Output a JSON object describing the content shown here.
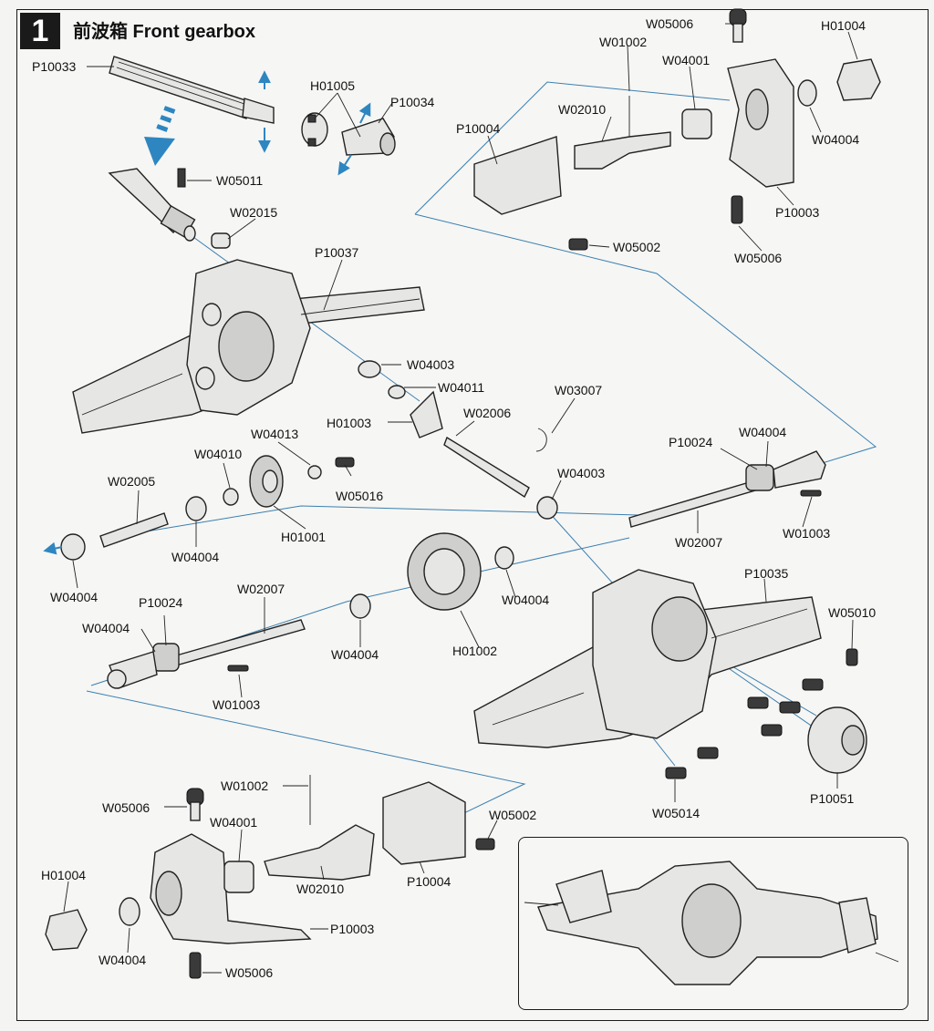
{
  "step": {
    "number": "1",
    "title": "前波箱 Front gearbox"
  },
  "parts": {
    "W05006_top": "W05006",
    "H01004_top": "H01004",
    "W01002_top": "W01002",
    "W04001_top": "W04001",
    "W02010_top": "W02010",
    "P10004_top": "P10004",
    "W04004_top": "W04004",
    "P10003_top": "P10003",
    "W05006_topb": "W05006",
    "W05002_top": "W05002",
    "P10033": "P10033",
    "H01005": "H01005",
    "P10034": "P10034",
    "W05011": "W05011",
    "W02015": "W02015",
    "P10037": "P10037",
    "W04003_a": "W04003",
    "W04011": "W04011",
    "H01003": "H01003",
    "W02006": "W02006",
    "W03007": "W03007",
    "W04003_b": "W04003",
    "W04013": "W04013",
    "W04010": "W04010",
    "W05016": "W05016",
    "H01001": "H01001",
    "W02005": "W02005",
    "W04004_a": "W04004",
    "W04004_b": "W04004",
    "P10024_r": "P10024",
    "W04004_r": "W04004",
    "W02007_r": "W02007",
    "W01003_r": "W01003",
    "W04004_c": "W04004",
    "H01002": "H01002",
    "W04004_d": "W04004",
    "P10024_l": "P10024",
    "W04004_l": "W04004",
    "W02007_l": "W02007",
    "W01003_l": "W01003",
    "P10035": "P10035",
    "W05010": "W05010",
    "W05014": "W05014",
    "P10051": "P10051",
    "W01002_bot": "W01002",
    "W05006_bot": "W05006",
    "W04001_bot": "W04001",
    "W05002_bot": "W05002",
    "H01004_bot": "H01004",
    "W02010_bot": "W02010",
    "P10004_bot": "P10004",
    "P10003_bot": "P10003",
    "W04004_bot": "W04004",
    "W05006_botb": "W05006"
  },
  "colors": {
    "arrow": "#2e86c1",
    "line": "#222222",
    "badge": "#1a1a1a"
  }
}
